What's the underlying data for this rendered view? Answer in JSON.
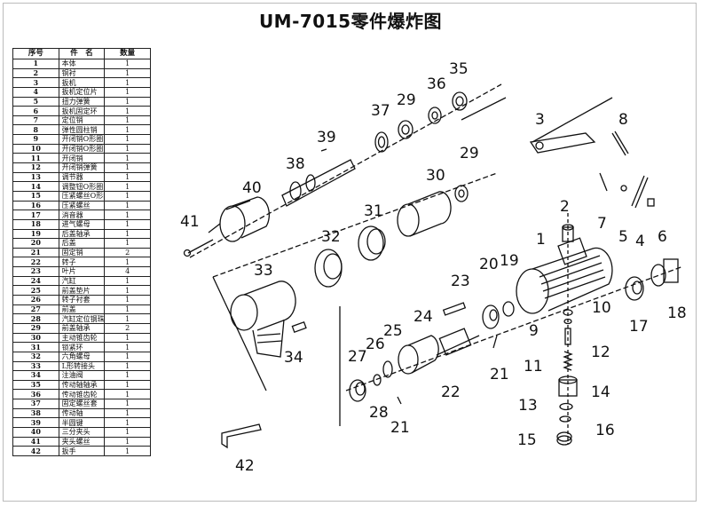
{
  "title": "UM-7015零件爆炸图",
  "table": {
    "headers": [
      "序号",
      "件　名",
      "数量"
    ],
    "rows": [
      {
        "no": "1",
        "name": "本体",
        "qty": "1"
      },
      {
        "no": "2",
        "name": "铜衬",
        "qty": "1"
      },
      {
        "no": "3",
        "name": "扳机",
        "qty": "1"
      },
      {
        "no": "4",
        "name": "扳机定位片",
        "qty": "1"
      },
      {
        "no": "5",
        "name": "扭力弹簧",
        "qty": "1"
      },
      {
        "no": "6",
        "name": "扳机固定环",
        "qty": "1"
      },
      {
        "no": "7",
        "name": "定位销",
        "qty": "1"
      },
      {
        "no": "8",
        "name": "弹性圆柱销",
        "qty": "1"
      },
      {
        "no": "9",
        "name": "开闭销O形圈",
        "qty": "1"
      },
      {
        "no": "10",
        "name": "开闭销O形圈",
        "qty": "1"
      },
      {
        "no": "11",
        "name": "开闭销",
        "qty": "1"
      },
      {
        "no": "12",
        "name": "开闭销弹簧",
        "qty": "1"
      },
      {
        "no": "13",
        "name": "调节器",
        "qty": "1"
      },
      {
        "no": "14",
        "name": "调整钮O形圈",
        "qty": "1"
      },
      {
        "no": "15",
        "name": "压紧螺丝O形圈",
        "qty": "1"
      },
      {
        "no": "16",
        "name": "压紧螺丝",
        "qty": "1"
      },
      {
        "no": "17",
        "name": "消音器",
        "qty": "1"
      },
      {
        "no": "18",
        "name": "进气螺母",
        "qty": "1"
      },
      {
        "no": "19",
        "name": "后盖轴承",
        "qty": "1"
      },
      {
        "no": "20",
        "name": "后盖",
        "qty": "1"
      },
      {
        "no": "21",
        "name": "固定销",
        "qty": "2"
      },
      {
        "no": "22",
        "name": "转子",
        "qty": "1"
      },
      {
        "no": "23",
        "name": "叶片",
        "qty": "4"
      },
      {
        "no": "24",
        "name": "汽缸",
        "qty": "1"
      },
      {
        "no": "25",
        "name": "前盖垫片",
        "qty": "1"
      },
      {
        "no": "26",
        "name": "转子衬套",
        "qty": "1"
      },
      {
        "no": "27",
        "name": "前盖",
        "qty": "1"
      },
      {
        "no": "28",
        "name": "汽缸定位钢珠",
        "qty": "1"
      },
      {
        "no": "29",
        "name": "前盖轴承",
        "qty": "2"
      },
      {
        "no": "30",
        "name": "主动锥齿轮",
        "qty": "1"
      },
      {
        "no": "31",
        "name": "锁紧环",
        "qty": "1"
      },
      {
        "no": "32",
        "name": "六角螺母",
        "qty": "1"
      },
      {
        "no": "33",
        "name": "L形转接头",
        "qty": "1"
      },
      {
        "no": "34",
        "name": "注油阀",
        "qty": "1"
      },
      {
        "no": "35",
        "name": "传动轴轴承",
        "qty": "1"
      },
      {
        "no": "36",
        "name": "传动锥齿轮",
        "qty": "1"
      },
      {
        "no": "37",
        "name": "固定螺丝套",
        "qty": "1"
      },
      {
        "no": "38",
        "name": "传动轴",
        "qty": "1"
      },
      {
        "no": "39",
        "name": "半圆键",
        "qty": "1"
      },
      {
        "no": "40",
        "name": "三分夹头",
        "qty": "1"
      },
      {
        "no": "41",
        "name": "夹头螺丝",
        "qty": "1"
      },
      {
        "no": "42",
        "name": "扳手",
        "qty": "1"
      }
    ]
  },
  "callouts": {
    "c1": "1",
    "c2": "2",
    "c3": "3",
    "c4": "4",
    "c5": "5",
    "c6": "6",
    "c7": "7",
    "c8": "8",
    "c9": "9",
    "c10": "10",
    "c11": "11",
    "c12": "12",
    "c13": "13",
    "c14": "14",
    "c15": "15",
    "c16": "16",
    "c17": "17",
    "c18": "18",
    "c19": "19",
    "c20": "20",
    "c21a": "21",
    "c21b": "21",
    "c22": "22",
    "c23": "23",
    "c24": "24",
    "c25": "25",
    "c26": "26",
    "c27": "27",
    "c28": "28",
    "c29a": "29",
    "c29b": "29",
    "c30": "30",
    "c31": "31",
    "c32": "32",
    "c33": "33",
    "c34": "34",
    "c35": "35",
    "c36": "36",
    "c37": "37",
    "c38": "38",
    "c39": "39",
    "c40": "40",
    "c41": "41",
    "c42": "42"
  }
}
